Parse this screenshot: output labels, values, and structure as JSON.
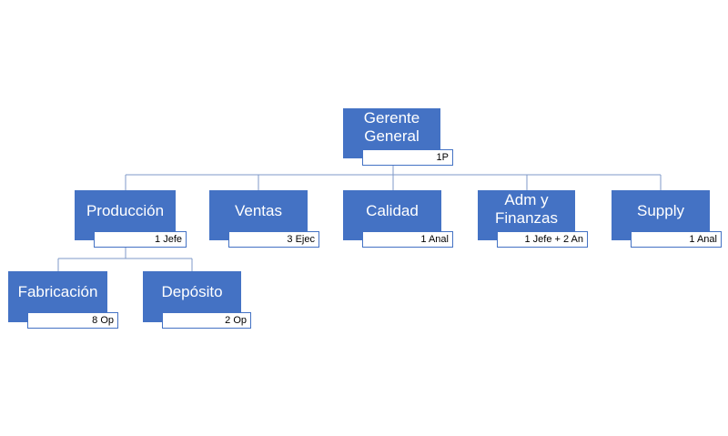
{
  "org_chart": {
    "root": {
      "title": "Gerente General",
      "headcount": "1P"
    },
    "departments": [
      {
        "title": "Producción",
        "headcount": "1 Jefe"
      },
      {
        "title": "Ventas",
        "headcount": "3 Ejec"
      },
      {
        "title": "Calidad",
        "headcount": "1 Anal"
      },
      {
        "title": "Adm y Finanzas",
        "headcount": "1 Jefe + 2 An"
      },
      {
        "title": "Supply",
        "headcount": "1 Anal"
      }
    ],
    "produccion_children": [
      {
        "title": "Fabricación",
        "headcount": "8 Op"
      },
      {
        "title": "Depósito",
        "headcount": "2 Op"
      }
    ]
  },
  "colors": {
    "node_fill": "#4472c4",
    "node_text": "#ffffff",
    "connector": "#7f9ac9"
  }
}
